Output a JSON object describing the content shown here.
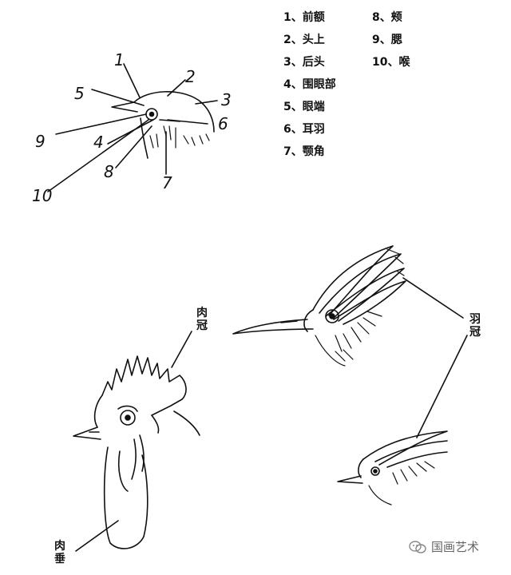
{
  "legend_col1": [
    "1、前额",
    "2、头上",
    "3、后头",
    "4、围眼部",
    "5、眼端",
    "6、耳羽",
    "7、颚角"
  ],
  "legend_col2": [
    "8、颊",
    "9、腮",
    "10、喉"
  ],
  "small_head_numbers": [
    "1",
    "2",
    "3",
    "4",
    "5",
    "6",
    "7",
    "8",
    "9",
    "10"
  ],
  "labels": {
    "comb": [
      "肉",
      "冠"
    ],
    "wattle": [
      "肉",
      "垂"
    ],
    "crest": [
      "羽",
      "冠"
    ]
  },
  "watermark": "国画艺术"
}
